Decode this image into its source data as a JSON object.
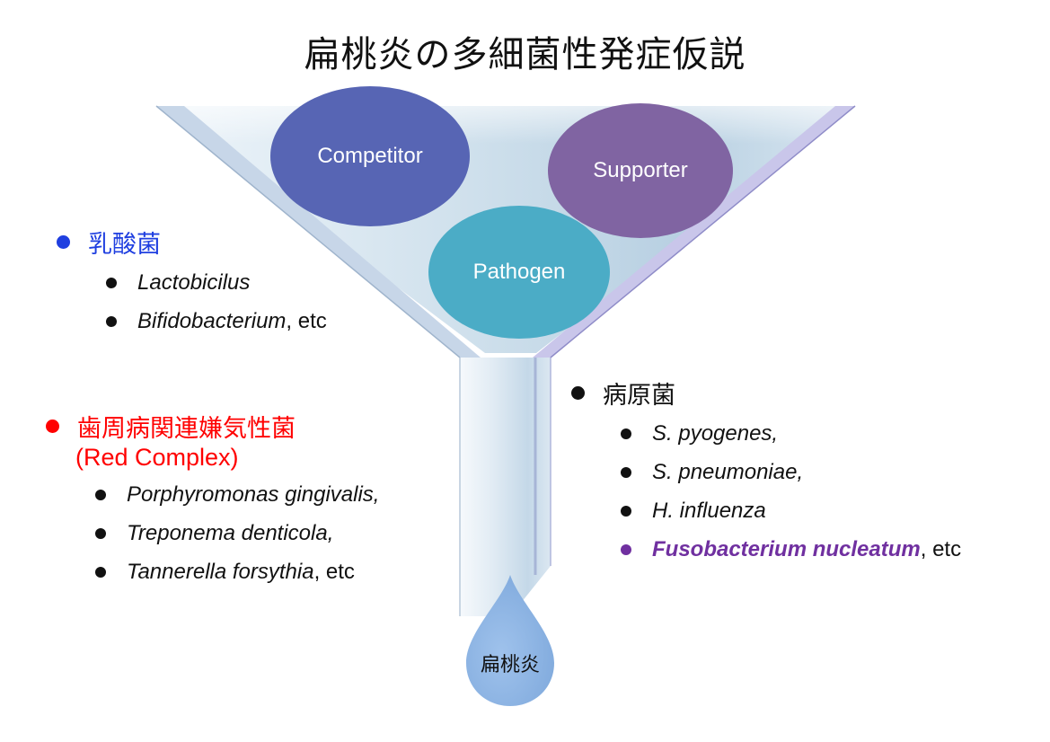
{
  "title": "扁桃炎の多細菌性発症仮説",
  "bubbles": {
    "competitor": "Competitor",
    "supporter": "Supporter",
    "pathogen": "Pathogen"
  },
  "drop_label": "扁桃炎",
  "groups": {
    "lactic": {
      "heading": "乳酸菌",
      "color": "#1f3fe0",
      "items": [
        {
          "name": "Lactobicilus",
          "suffix": ""
        },
        {
          "name": "Bifidobacterium",
          "suffix": ", etc"
        }
      ]
    },
    "periodontal": {
      "heading": "歯周病関連嫌気性菌",
      "subheading": "(Red Complex)",
      "color": "#ff0000",
      "items": [
        {
          "name": "Porphyromonas gingivalis,",
          "suffix": ""
        },
        {
          "name": "Treponema denticola,",
          "suffix": ""
        },
        {
          "name": "Tannerella forsythia",
          "suffix": ", etc"
        }
      ]
    },
    "pathogenic": {
      "heading": "病原菌",
      "color": "#111111",
      "items": [
        {
          "name": "S. pyogenes,",
          "suffix": ""
        },
        {
          "name": "S. pneumoniae,",
          "suffix": ""
        },
        {
          "name": "H. influenza",
          "suffix": ""
        },
        {
          "name": "Fusobacterium nucleatum",
          "suffix": ", etc",
          "highlight_color": "#7030a0"
        }
      ]
    }
  }
}
